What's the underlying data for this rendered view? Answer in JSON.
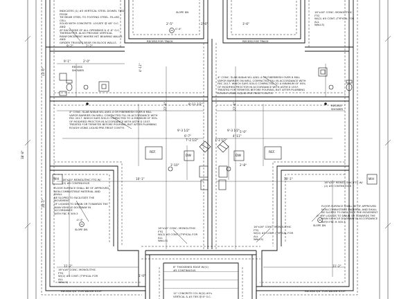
{
  "notes": {
    "top_left": "INDICATES (1) #5 VERTICAL STEEL DOWEL TIED FROM\nTIE BEAM STEEL TO FOOTING STEEL. FILLED CELL\nSOLID WITH CONCRETE. LOCATE @ 48\" O.C. AND\nAT EACH SIDE OF ALL OPENINGS & 4'-0\" O.C.\nTHEREAFTER. ALSO PROVIDE VERTICAL\nREINFORCEMENT WHERE INT. BEARING WALLS AND\nGIRDER TRUSSES BEAR ON BLOCK WALLS.",
    "slab_left": "4\" CONC. SLAB W/6x6 W1.4/W1.4 OR FIBERMESH OVER 6 MILL\nVAPOR BARRIER ON WELL COMPACTED FILL IN ACCORDANCE WITH\nFBC 2017. WHICH SAYS SOILS COMPACTED TO A MINIMUM OF 95%\nOF MODIFIED PROCTOR IN ACCORDANCE WITH ASTM D 1557.\nTREATED FOR TERMITES BEFORE POURING, BUT AFTER PLUMBING\nROUGH USING LIQUID PRE-TREAT CONT'R.",
    "slab_right": "4\" CONC. SLAB W/6x6 W1.4/W1.4 OR FIBERMESH OVER 6 MILL\nVAPOR BARRIER ON WELL COMPACTED FILL IN ACCORDANCE WITH\nFBC 2017. WHICH SAYS SOILS COMPACTED TO A MINIMUM OF 95%\nOF MODIFIED PROCTOR IN ACCORDANCE WITH ASTM D 1557.\nTREATED FOR TERMITES BEFORE POURING, BUT AFTER PLUMBING\nROUGH USING LIQUID PRE-TREAT CONT'R.",
    "floor_left": "FLOOR SURFACE SHALL BE OF APPROVED\nNON-COMBUSTIBLE MATERIAL AND SHALL\nBE SLOPED TO FACILITATE THE MOVEMENT\nOF LIQUIDS TO DRAIN OR TOWARDS THE\nMAIN VEHICLE DOORWAY IN ACCORDANCE\nWITH FBC R 309.3",
    "floor_right": "FLOOR SURFACE SHALL BE OF APPROVED\nNON-COMBUSTIBLE MATERIAL AND SHALL\nBE SLOPED TO FACILITATE THE MOVEMENT\nOF LIQUIDS TO DRAIN OR TOWARDS THE\nMAIN VEHICLE DOORWAY IN ACCORDANCE\nWITH FBC R 309.3",
    "ftg_top_right": "16\"x16\" CONC. MONOLITHIC FTG\nW/(2) #5 CONT. (TYPICAL FOR ALL\nWALLS)",
    "ftg_center_left": "16\"x16\" CONC. MONOLITHIC FTG\nW/(2) #5 CONT. (TYPICAL FOR ALL\nWALLS)",
    "ftg_center_right": "16\"x16\" CONC. MONOLITHIC FTG\nW/(2) #5 CONT. (TYPICAL FOR ALL\nWALLS)",
    "ftg_bottom_left": "16\"x16\" CONC. MONOLITHIC FTG\nW/(2) #5 CONT. (TYPICAL FOR ALL\nWALLS)",
    "ftg_mono_left": "16\"x20\" MONOLITHIC FTG W/\n(2) #5 CONTINUOUS",
    "ftg_mono_right": "16\"x20\" MONOLITHIC FTG W/\n(2) #5 CONTINUOUS",
    "thickened": "8\" THICKENED EDGE W/(1)\n#5 CONTINUOUS",
    "column": "12\" CONCRETE COL W/(4) #5's\nVERTICAL & #3 TIES @ 8\" O.C."
  },
  "labels": {
    "recess_left": "RECESS\nSHOWER",
    "recess_right": "RECESS\nSHOWER",
    "recess_track_left": "RECESS FOR TRACK",
    "recess_track_right": "RECESS FOR TRACK",
    "recess_water_left": "RECESS 3/4\" FOR WATER STOP",
    "recess_water_right": "RECESS 3/4\" FOR WATER STOP",
    "ref_left": "REF.",
    "ref_right": "REF.",
    "dw_left": "DW",
    "dw_right": "DW",
    "wh_left": "WH",
    "wh_right": "WH",
    "slope_left": "SLOPE DN",
    "slope_right": "SLOPE DN",
    "slope_top": "SLOPE DN",
    "elev_top": "-0'-4\"",
    "elev_left": "-0'-4\"",
    "elev_right": "-0'-4\""
  },
  "dims": {
    "d1": "9'-1\"",
    "d2": "2'-0\"",
    "d3": "8'-11 1/2\"",
    "d4": "6'-7\"",
    "d5": "4'-11\"",
    "d6": "5'-0\"",
    "d7": "7'-2 1/2\"",
    "d8": "7'-2 1/2\"",
    "d9": "9'-3 1/2\"",
    "d10": "9'-3 1/2\"",
    "d11": "3'-10\"",
    "d12": "2'-8\"",
    "d13": "10'-1\"",
    "d14": "10'-1\"",
    "d15": "22'-4\"",
    "d16": "22'-4\"",
    "d17": "11'-2\"",
    "d18": "11'-2\"",
    "d19": "9'-2\"",
    "d20": "2'-2\"",
    "d21": "38'-8\"",
    "d22": "13'-6\"",
    "d23": "20'-1\"",
    "d24": "4'-11\"",
    "d25": "1'-0\"",
    "d26": "2'-5\"",
    "d27": "2'-6\"",
    "d28": "3'-6\""
  }
}
